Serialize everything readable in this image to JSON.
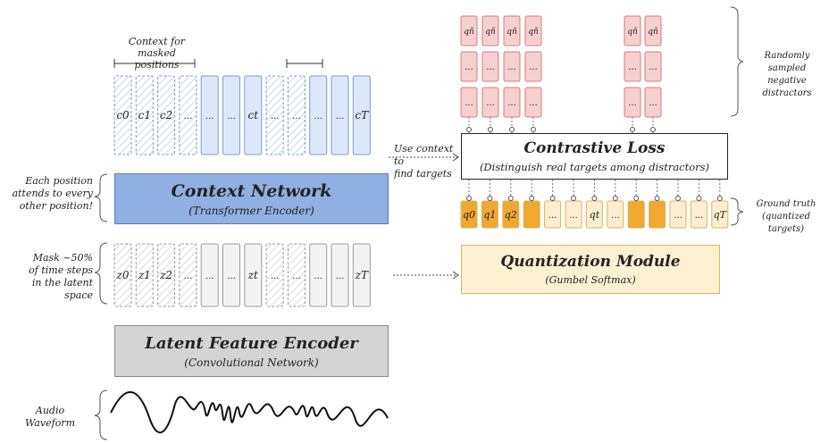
{
  "labels": {
    "context_for": "Context for",
    "masked_positions": "masked positions",
    "each_position": [
      "Each position",
      "attends to every",
      "other position!"
    ],
    "mask": [
      "Mask ~50%",
      "of time steps",
      "in the latent space"
    ],
    "audio": [
      "Audio",
      "Waveform"
    ],
    "use_context": [
      "Use context to",
      "find targets"
    ],
    "random_neg": [
      "Randomly sampled",
      "negative distractors"
    ],
    "ground_truth": [
      "Ground truth",
      "(quantized targets)"
    ]
  },
  "boxes": {
    "context_network": {
      "title": "Context Network",
      "subtitle": "(Transformer Encoder)"
    },
    "contrastive_loss": {
      "title": "Contrastive Loss",
      "subtitle": "(Distinguish real targets among distractors)"
    },
    "quantization": {
      "title": "Quantization Module",
      "subtitle": "(Gumbel Softmax)"
    },
    "latent_encoder": {
      "title": "Latent Feature Encoder",
      "subtitle": "(Convolutional Network)"
    }
  },
  "context_row": [
    "c0",
    "c1",
    "c2",
    "...",
    "...",
    "...",
    "ct",
    "...",
    "...",
    "...",
    "...",
    "cT"
  ],
  "context_masked": [
    true,
    true,
    true,
    true,
    false,
    false,
    false,
    true,
    true,
    false,
    false,
    false
  ],
  "latent_row": [
    "z0",
    "z1",
    "z2",
    "...",
    "...",
    "...",
    "zt",
    "...",
    "...",
    "...",
    "...",
    "zT"
  ],
  "latent_masked": [
    true,
    true,
    true,
    true,
    false,
    false,
    false,
    true,
    true,
    false,
    false,
    false
  ],
  "target_row": [
    "q0",
    "q1",
    "q2",
    "",
    "...",
    "...",
    "qt",
    "...",
    "",
    "",
    "...",
    "...",
    "qT"
  ],
  "target_dark": [
    true,
    true,
    true,
    true,
    false,
    false,
    false,
    false,
    true,
    true,
    false,
    false,
    false
  ],
  "neg_top": "qñ",
  "neg_mid": "...",
  "colors": {
    "context_fill": "#dce8f9",
    "context_stroke": "#7a9ccc",
    "context_net": "#8eb0e2",
    "latent_fill": "#f3f3f3",
    "latent_stroke": "#9a9a9a",
    "encoder": "#d4d4d4",
    "quant": "#fbf0cf",
    "quant_stroke": "#d9b65c",
    "target_dark": "#f0a830",
    "target_light": "#fdeed2",
    "neg_fill": "#f6d0d0",
    "neg_stroke": "#d97a7a"
  }
}
